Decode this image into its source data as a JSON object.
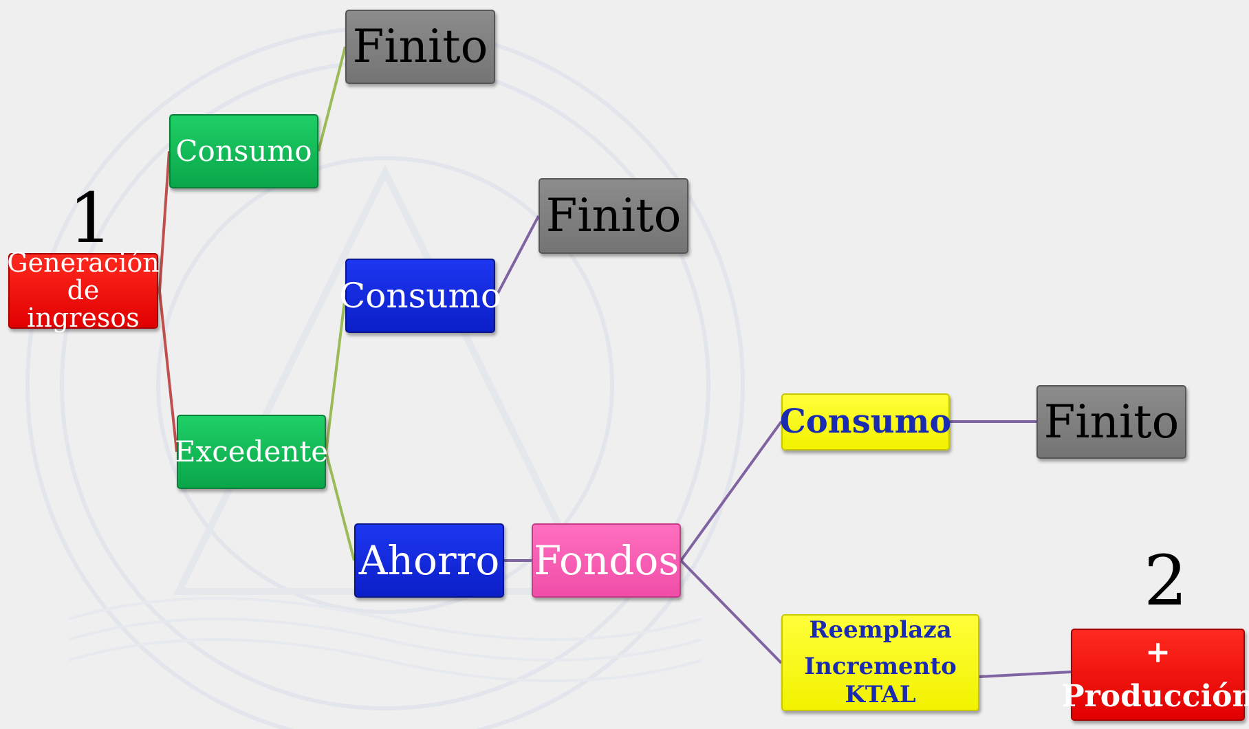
{
  "labels": {
    "num1": "1",
    "num2": "2",
    "generacion_l1": "Generación",
    "generacion_l2": "de ingresos",
    "consumo_top": "Consumo",
    "excedente": "Excedente",
    "finito_top": "Finito",
    "finito_mid": "Finito",
    "consumo_blue": "Consumo",
    "ahorro": "Ahorro",
    "fondos": "Fondos",
    "consumo_yellow": "Consumo",
    "finito_right": "Finito",
    "reemplaza_l1": "Reemplaza",
    "reemplaza_l2": "Incremento",
    "reemplaza_l3": "KTAL",
    "produccion_l1": "+",
    "produccion_l2": "Producción"
  },
  "colors": {
    "red": "#ee0000",
    "green": "#12b856",
    "blue": "#1428e0",
    "gray": "#808080",
    "pink": "#f55cb2",
    "yellow": "#ffff1a",
    "link_red": "#c0504d",
    "link_green": "#9bbb59",
    "link_purple": "#8064a2"
  }
}
